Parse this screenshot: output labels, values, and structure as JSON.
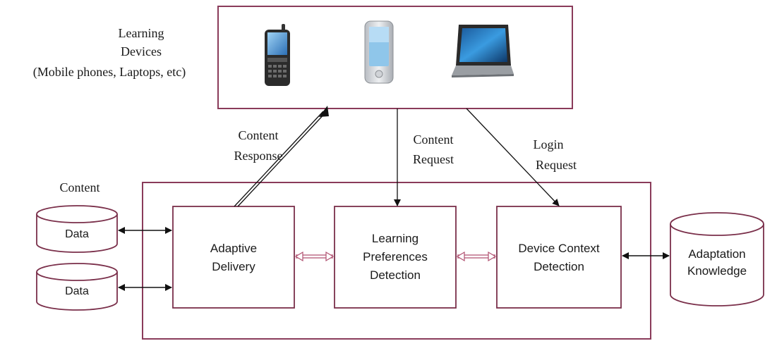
{
  "devices_label": {
    "lines": [
      "Learning",
      "Devices",
      "(Mobile phones, Laptops, etc)"
    ]
  },
  "devices": [
    {
      "icon": "pda-phone-icon"
    },
    {
      "icon": "smartphone-icon"
    },
    {
      "icon": "laptop-icon"
    }
  ],
  "flows": {
    "content_response": [
      "Content",
      "Response"
    ],
    "content_request": [
      "Content",
      "Request"
    ],
    "login_request": [
      "Login",
      "Request"
    ]
  },
  "content_label": "Content",
  "data_stores": [
    "Data",
    "Data"
  ],
  "modules": {
    "adaptive_delivery": [
      "Adaptive",
      "Delivery"
    ],
    "learning_preferences": [
      "Learning",
      "Preferences",
      "Detection"
    ],
    "device_context": [
      "Device Context",
      "Detection"
    ]
  },
  "knowledge_store": [
    "Adaptation",
    "Knowledge"
  ],
  "colors": {
    "frame": "#8a3b5a",
    "box_border": "#7a2f4a",
    "arrow": "#111111",
    "double_arrow": "#b05070"
  }
}
